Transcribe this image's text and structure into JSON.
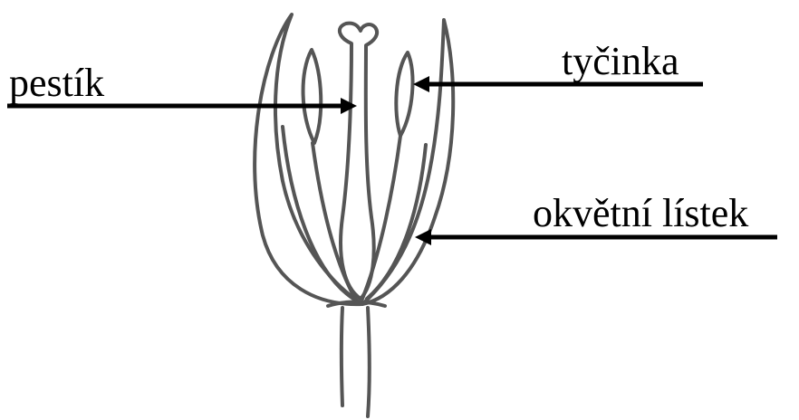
{
  "labels": {
    "pistil": "pestík",
    "stamen": "tyčinka",
    "petal": "okvětní lístek"
  },
  "colors": {
    "drawing": "#555555",
    "arrow": "#000000",
    "text": "#000000",
    "background": "#ffffff"
  }
}
